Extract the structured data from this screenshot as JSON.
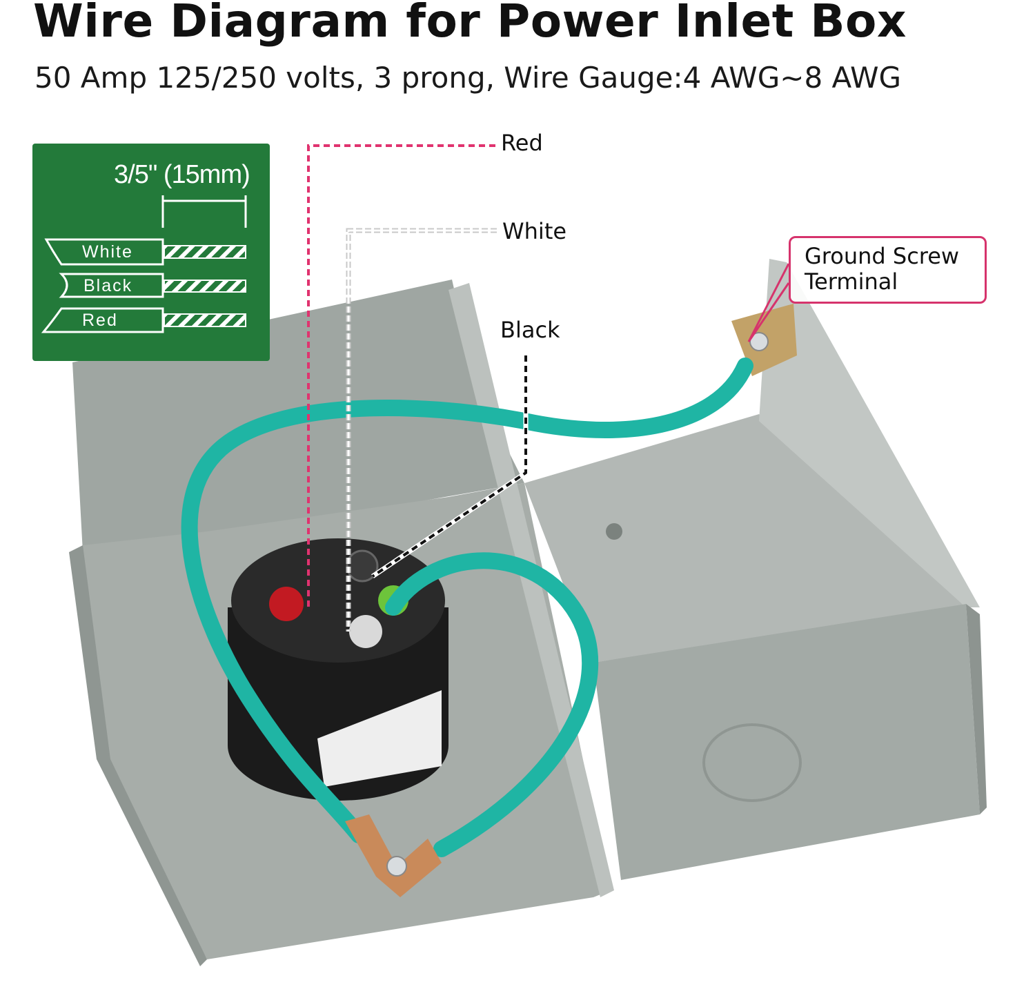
{
  "header": {
    "title": "Wire Diagram for Power Inlet Box",
    "subtitle": "50 Amp 125/250 volts, 3 prong, Wire Gauge:4 AWG~8 AWG"
  },
  "strip_guide": {
    "dimension": "3/5\" (15mm)",
    "wires": [
      "White",
      "Black",
      "Red"
    ],
    "background_color": "#237a3a"
  },
  "wire_labels": {
    "red": "Red",
    "white": "White",
    "black": "Black"
  },
  "ground_callout": {
    "line1": "Ground Screw",
    "line2": "Terminal",
    "border_color": "#d6336c"
  },
  "colors": {
    "ground_wire": "#1fb5a4",
    "box_metal": "#a9afab",
    "red_leader": "#e0336f"
  }
}
